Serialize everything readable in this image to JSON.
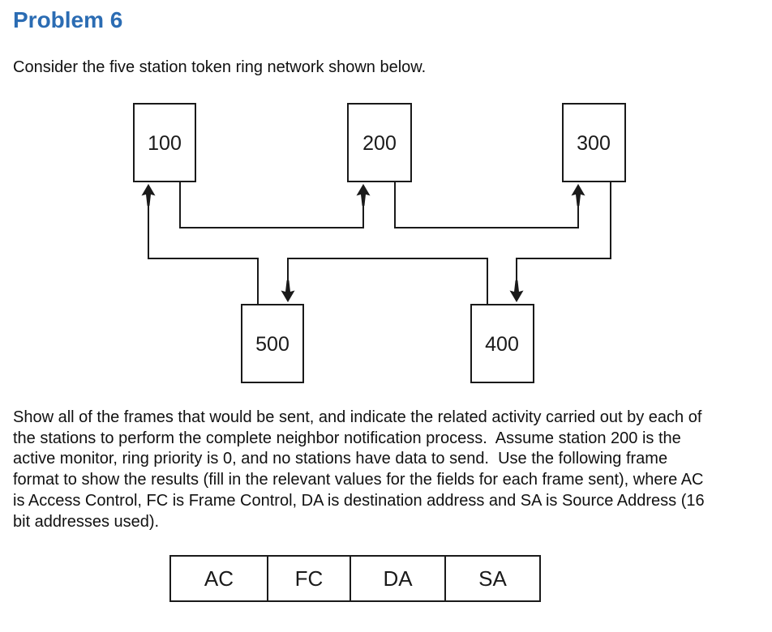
{
  "page": {
    "title": "Problem 6",
    "intro": "Consider the five station token ring network shown below.",
    "body_lines": [
      "Show all of the frames that would be sent, and indicate the related activity carried out by each of",
      "the stations to perform the complete neighbor notification process.  Assume station 200 is the",
      "active monitor, ring priority is 0, and no stations have data to send.  Use the following frame",
      "format to show the results (fill in the relevant values for the fields for each frame sent), where AC",
      "is Access Control, FC is Frame Control, DA is destination address and SA is Source Address (16",
      "bit addresses used)."
    ]
  },
  "diagram": {
    "stations": [
      {
        "label": "100"
      },
      {
        "label": "200"
      },
      {
        "label": "300"
      },
      {
        "label": "400"
      },
      {
        "label": "500"
      }
    ],
    "ring_order": [
      "100",
      "200",
      "300",
      "400",
      "500",
      "100"
    ]
  },
  "frame_format": {
    "fields": [
      "AC",
      "FC",
      "DA",
      "SA"
    ]
  },
  "colors": {
    "heading": "#2B6CB3",
    "text": "#111111",
    "diagram_line": "#1A1A1A"
  }
}
